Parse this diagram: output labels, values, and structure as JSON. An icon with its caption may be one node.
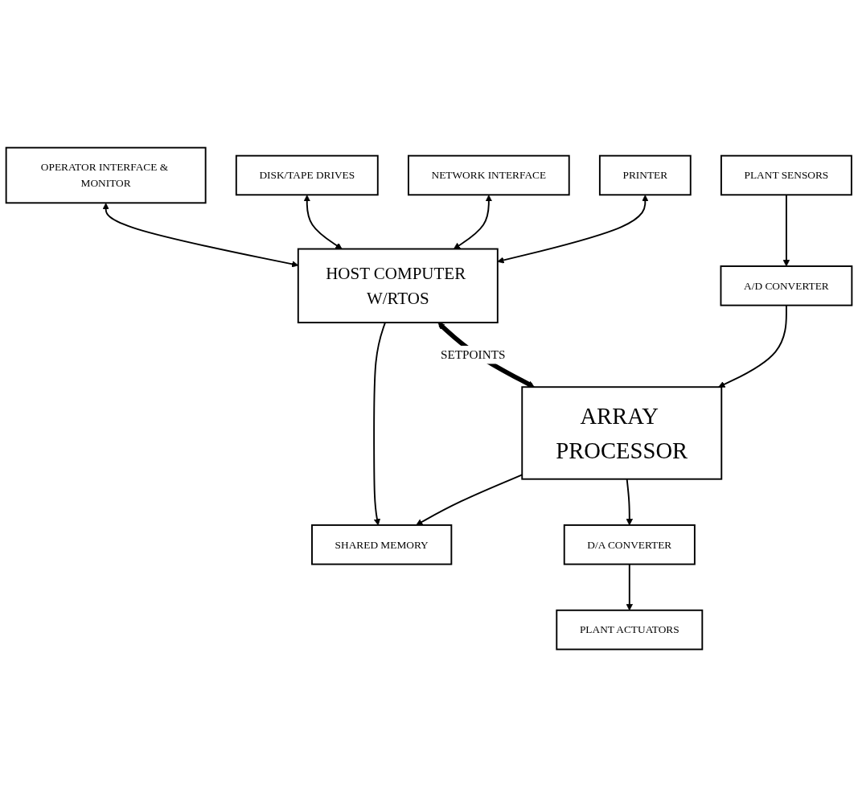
{
  "diagram": {
    "nodes": [
      {
        "text": [
          "OPERATOR INTERFACE & MONITOR"
        ]
      },
      {
        "text": [
          "DISK/TAPE DRIVES"
        ]
      },
      {
        "text": [
          "NETWORK INTERFACE"
        ]
      },
      {
        "text": [
          "PRINTER"
        ]
      },
      {
        "text": [
          "HOST COMPUTER W/RTOS"
        ]
      },
      {
        "text": [
          "SHARED MEMORY"
        ]
      },
      {
        "text": [
          "PLANT SENSORS"
        ]
      },
      {
        "text": [
          "A/D CONVERTER"
        ]
      },
      {
        "text": [
          "ARRAY PROCESSOR"
        ]
      },
      {
        "text": [
          "D/A CONVERTER"
        ]
      },
      {
        "text": [
          "PLANT ACTUATORS"
        ]
      }
    ],
    "edges": [
      {
        "from": 0,
        "to": 4,
        "arrow": "both"
      },
      {
        "from": 1,
        "to": 4,
        "arrow": "both"
      },
      {
        "from": 2,
        "to": 4,
        "arrow": "both"
      },
      {
        "from": 3,
        "to": 4,
        "arrow": "both"
      },
      {
        "from": 4,
        "to": 5,
        "arrow": "to"
      },
      {
        "from": 8,
        "to": 5,
        "arrow": "to"
      },
      {
        "from": 4,
        "to": 8,
        "arrow": "both",
        "label": "SETPOINTS",
        "style": "thick"
      },
      {
        "from": 6,
        "to": 7,
        "arrow": "to"
      },
      {
        "from": 7,
        "to": 8,
        "arrow": "to"
      },
      {
        "from": 8,
        "to": 9,
        "arrow": "to"
      },
      {
        "from": 9,
        "to": 10,
        "arrow": "to"
      }
    ]
  }
}
